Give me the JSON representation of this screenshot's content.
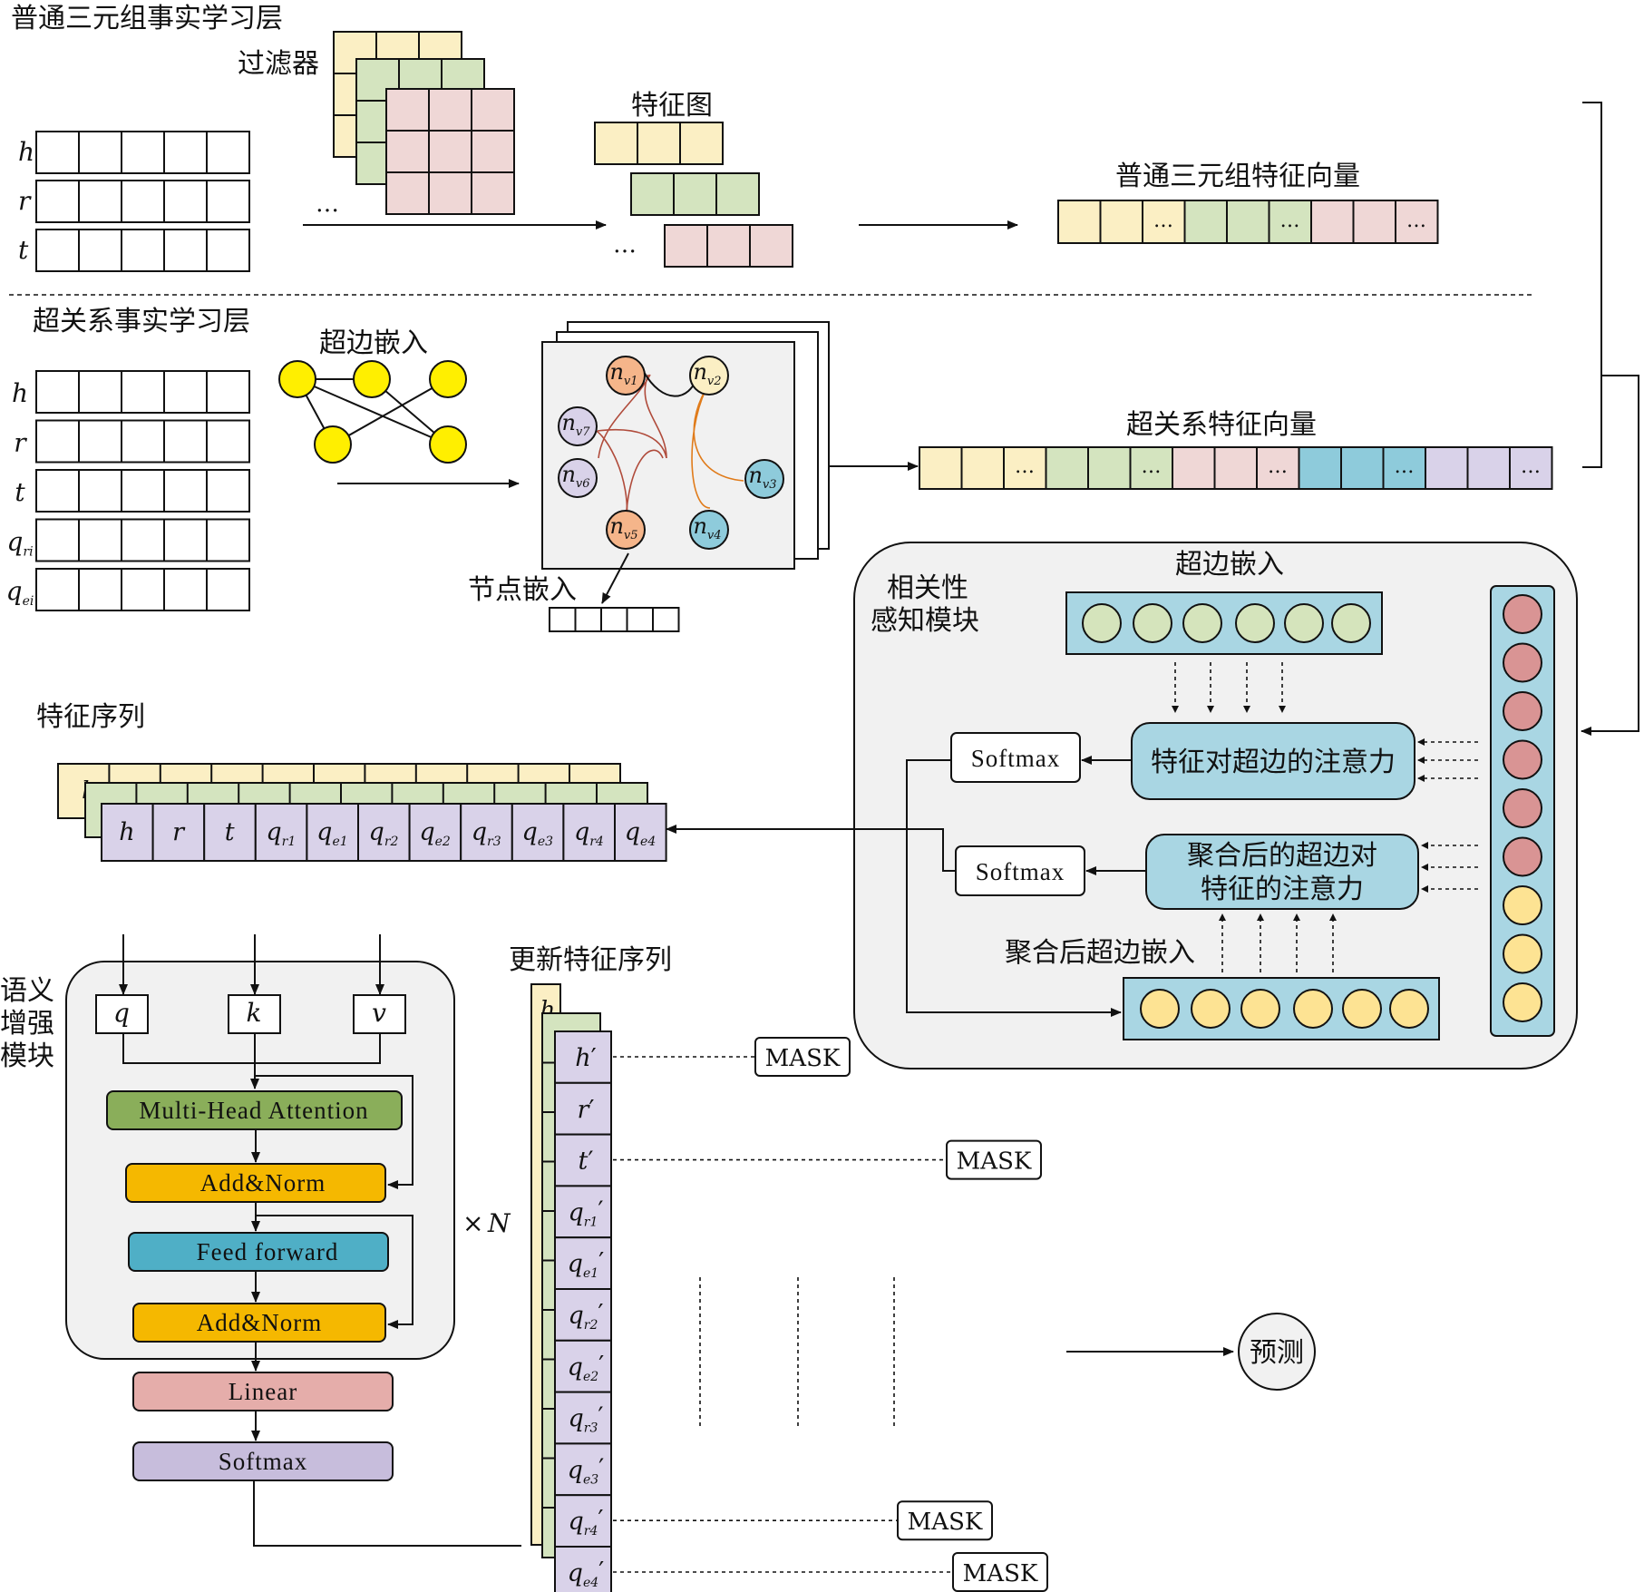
{
  "colors": {
    "yellow": "#fbefc4",
    "green": "#d4e4bf",
    "pink": "#efd7d6",
    "blue": "#8ecbdb",
    "purple": "#d9d2e9",
    "orange_node": "#f5b58a",
    "node_yellow": "#ffef00",
    "module_bg": "#f1f1f1",
    "attention_box": "#a9d6e3",
    "mha": "#8aae5a",
    "add_norm": "#f5b800",
    "feed_forward": "#4fafc6",
    "linear": "#e5adaa",
    "softmax_block": "#c7bddc",
    "hyperedge_circle": "#d5e4bc",
    "agg_circle": "#fde393",
    "column_pink": "#d99494",
    "column_yellow": "#fde393"
  },
  "top_layer": {
    "title": "普通三元组事实学习层",
    "filter_label": "过滤器",
    "feature_map_label": "特征图",
    "row_labels": [
      "h",
      "r",
      "t"
    ],
    "ellipsis": "…",
    "vector_label": "普通三元组特征向量"
  },
  "hyper_layer": {
    "title": "超关系事实学习层",
    "hyperedge_label": "超边嵌入",
    "row_labels": [
      "h",
      "r",
      "t",
      "q",
      "q"
    ],
    "row_subs": [
      "",
      "",
      "",
      "ri",
      "ei"
    ],
    "nodes": [
      {
        "name": "n",
        "sub": "v1"
      },
      {
        "name": "n",
        "sub": "v2"
      },
      {
        "name": "n",
        "sub": "v7"
      },
      {
        "name": "n",
        "sub": "v6"
      },
      {
        "name": "n",
        "sub": "v3"
      },
      {
        "name": "n",
        "sub": "v5"
      },
      {
        "name": "n",
        "sub": "v4"
      }
    ],
    "node_embed_label": "节点嵌入",
    "vector_label": "超关系特征向量"
  },
  "relevance_module": {
    "title_line1": "相关性",
    "title_line2": "感知模块",
    "hyperedge_embed_label": "超边嵌入",
    "attention1": "特征对超边的注意力",
    "attention2_line1": "聚合后的超边对",
    "attention2_line2": "特征的注意力",
    "softmax1": "Softmax",
    "softmax2": "Softmax",
    "agg_label": "聚合后超边嵌入"
  },
  "feature_seq": {
    "title": "特征序列",
    "back_letter": "h",
    "tokens": [
      {
        "t": "h",
        "s": ""
      },
      {
        "t": "r",
        "s": ""
      },
      {
        "t": "t",
        "s": ""
      },
      {
        "t": "q",
        "s": "r1"
      },
      {
        "t": "q",
        "s": "e1"
      },
      {
        "t": "q",
        "s": "r2"
      },
      {
        "t": "q",
        "s": "e2"
      },
      {
        "t": "q",
        "s": "r3"
      },
      {
        "t": "q",
        "s": "e3"
      },
      {
        "t": "q",
        "s": "r4"
      },
      {
        "t": "q",
        "s": "e4"
      }
    ]
  },
  "semantic_module": {
    "title": [
      "语义",
      "增强",
      "模块"
    ],
    "inputs": [
      "q",
      "k",
      "v"
    ],
    "mha": "Multi-Head Attention",
    "add_norm1": "Add&Norm",
    "feed_forward": "Feed forward",
    "add_norm2": "Add&Norm",
    "repeat_prefix": "×",
    "repeat_n": "N",
    "linear": "Linear",
    "softmax": "Softmax"
  },
  "updated_seq": {
    "title": "更新特征序列",
    "back_letter": "h",
    "tokens": [
      {
        "t": "h",
        "s": ""
      },
      {
        "t": "r",
        "s": ""
      },
      {
        "t": "t",
        "s": ""
      },
      {
        "t": "q",
        "s": "r1"
      },
      {
        "t": "q",
        "s": "e1"
      },
      {
        "t": "q",
        "s": "r2"
      },
      {
        "t": "q",
        "s": "e2"
      },
      {
        "t": "q",
        "s": "r3"
      },
      {
        "t": "q",
        "s": "e3"
      },
      {
        "t": "q",
        "s": "r4"
      },
      {
        "t": "q",
        "s": "e4"
      }
    ],
    "prime": "′",
    "mask": "MASK",
    "masked_indices": [
      0,
      2,
      9,
      10
    ]
  },
  "prediction": "预测"
}
